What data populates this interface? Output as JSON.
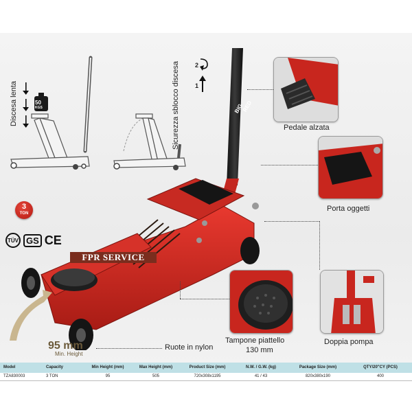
{
  "diagrams": {
    "left_label": "Discesa lenta",
    "weight_top": "50",
    "weight_bottom": "KGS",
    "right_label": "Sicurezza sblocco discesa",
    "step_1": "1",
    "step_2": "2"
  },
  "product": {
    "brand_top": "BIG",
    "brand_bottom": "RED",
    "capacity_badge": {
      "number": "3",
      "unit": "TON"
    },
    "certifications": [
      "TÜV",
      "GS",
      "CE"
    ],
    "watermark": "FPR SERVICE",
    "min_height_value": "95 mm",
    "min_height_label": "Min. Height"
  },
  "callouts": {
    "pedal": "Pedale alzata",
    "tray": "Porta oggetti",
    "saddle_line1": "Tampone piattello",
    "saddle_line2": "130 mm",
    "pump": "Doppia pompa",
    "wheels": "Ruote in nylon"
  },
  "colors": {
    "jack_red": "#d42a22",
    "jack_dark_red": "#9e1a14",
    "table_header": "#bfe0e6",
    "watermark_bg": "#7a2d1e",
    "min_height_text": "#6b5a3a"
  },
  "spec_table": {
    "headers": [
      "Model",
      "Capacity",
      "Min Height (mm)",
      "Max Height (mm)",
      "Product Size (mm)",
      "N.W. / G.W. (kg)",
      "Package Size (mm)",
      "QTY/20\"CY (PCS)"
    ],
    "rows": [
      [
        "TZA830003",
        "3 TON",
        "95",
        "505",
        "720x308x1195",
        "41 / 43",
        "820x380x190",
        "400"
      ]
    ]
  }
}
